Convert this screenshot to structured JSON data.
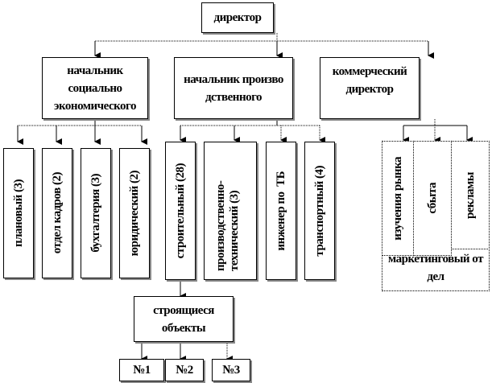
{
  "root": {
    "label": "директор"
  },
  "level1": [
    {
      "id": "social",
      "label": "начальник социально экономического"
    },
    {
      "id": "production",
      "label": "начальник производственного"
    },
    {
      "id": "commercial",
      "label": "коммерческий директор"
    }
  ],
  "social_departments": [
    {
      "label": "плановый (3)"
    },
    {
      "label": "отдел кадров (2)"
    },
    {
      "label": "бухгалтерия (3)"
    },
    {
      "label": "юридический (2)"
    }
  ],
  "production_departments": [
    {
      "label": "строительный (28)"
    },
    {
      "label": "производственно-технический (3)"
    },
    {
      "label": "инженер по  ТБ"
    },
    {
      "label": "транспортный (4)"
    }
  ],
  "marketing": {
    "label": "маркетинговый отдел",
    "units": [
      {
        "label": "изучения рынка"
      },
      {
        "label": "сбыта"
      },
      {
        "label": "рекламы"
      }
    ]
  },
  "construction_sites": {
    "label": "строящиеся объекты",
    "items": [
      {
        "label": "№1"
      },
      {
        "label": "№2"
      },
      {
        "label": "№3"
      }
    ]
  }
}
